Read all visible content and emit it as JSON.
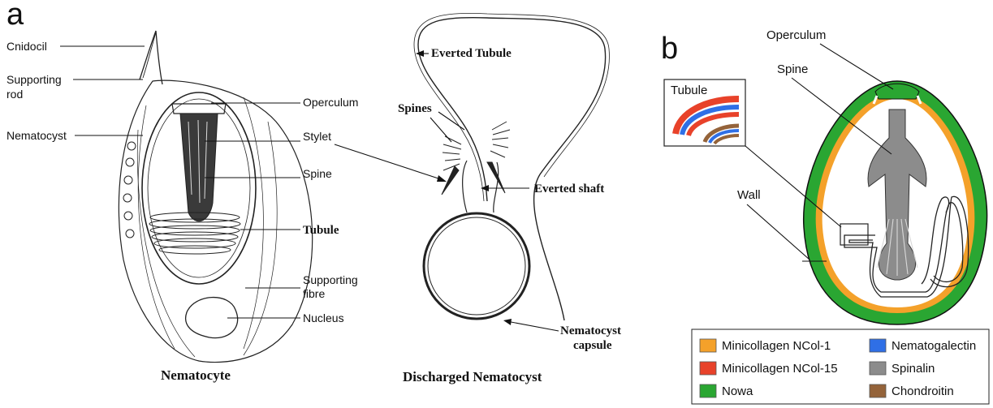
{
  "panel_a": {
    "panel_label": "a",
    "nematocyte": {
      "caption": "Nematocyte",
      "labels": {
        "cnidocil": "Cnidocil",
        "supporting_rod_1": "Supporting",
        "supporting_rod_2": "rod",
        "nematocyst": "Nematocyst",
        "operculum": "Operculum",
        "stylet": "Stylet",
        "spine": "Spine",
        "tubule": "Tubule",
        "supporting_fibre_1": "Supporting",
        "supporting_fibre_2": "fibre",
        "nucleus": "Nucleus"
      }
    },
    "discharged": {
      "caption": "Discharged Nematocyst",
      "labels": {
        "everted_tubule": "Everted Tubule",
        "spines": "Spines",
        "everted_shaft": "Everted shaft",
        "capsule_1": "Nematocyst",
        "capsule_2": "capsule"
      }
    }
  },
  "panel_b": {
    "panel_label": "b",
    "labels": {
      "operculum": "Operculum",
      "spine": "Spine",
      "wall": "Wall",
      "tubule_inset": "Tubule"
    },
    "legend": [
      {
        "label": "Minicollagen NCol-1",
        "color": "#f4a12a"
      },
      {
        "label": "Nematogalectin",
        "color": "#2f6fe6"
      },
      {
        "label": "Minicollagen NCol-15",
        "color": "#e8422a"
      },
      {
        "label": "Spinalin",
        "color": "#8c8c8c"
      },
      {
        "label": "Nowa",
        "color": "#2aa632"
      },
      {
        "label": "Chondroitin",
        "color": "#94633a"
      }
    ]
  }
}
